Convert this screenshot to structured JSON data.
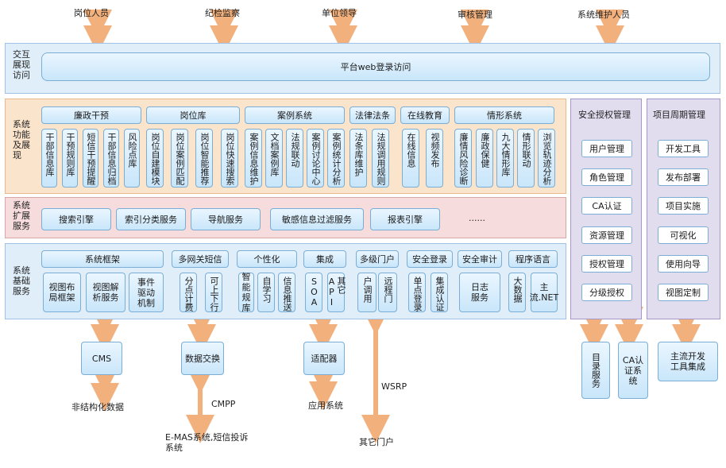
{
  "top_actors": [
    "岗位人员",
    "纪检监察",
    "单位领导",
    "审核管理",
    "系统维护人员"
  ],
  "layers": {
    "interaction": {
      "label": "交互\n展现\n访问",
      "bar": "平台web登录访问"
    },
    "function": {
      "label": "系统\n功能\n及展\n现",
      "groups": [
        {
          "title": "廉政干预",
          "items": [
            "干部信息库",
            "干预规则库",
            "短信干预提醒",
            "干部信息归档",
            "风险点库"
          ]
        },
        {
          "title": "岗位库",
          "items": [
            "岗位自建模块",
            "岗位案例匹配",
            "岗位智能推荐",
            "岗位快速搜索"
          ]
        },
        {
          "title": "案例系统",
          "items": [
            "案例信息维护",
            "文档案例库",
            "法规联动",
            "案例讨论中心",
            "案例统计分析"
          ]
        },
        {
          "title": "法律法条",
          "items": [
            "法条库维护",
            "法规调用规则"
          ]
        },
        {
          "title": "在线教育",
          "items": [
            "在线信息",
            "视频发布"
          ]
        },
        {
          "title": "情形系统",
          "items": [
            "廉情风险诊断",
            "廉政保健",
            "九大情形库",
            "情形联动",
            "浏览轨迹分析"
          ]
        }
      ]
    },
    "extension": {
      "label": "系统\n扩展\n服务",
      "items": [
        "搜索引擎",
        "索引分类服务",
        "导航服务",
        "敏感信息过滤服务",
        "报表引擎",
        "......"
      ]
    },
    "base": {
      "label": "系统\n基础\n服务",
      "groups": [
        {
          "title": "系统框架",
          "items": [
            "视图布局框架",
            "视图解析服务",
            "事件驱动机制"
          ]
        },
        {
          "title": "多网关短信",
          "items": [
            "分点计费",
            "可上下行"
          ]
        },
        {
          "title": "个性化",
          "items": [
            "智能规库",
            "自学习",
            "信息推送"
          ]
        },
        {
          "title": "集成",
          "items": [
            "SOA",
            "其它API"
          ]
        },
        {
          "title": "多级门户",
          "items": [
            "户调用",
            "远程门"
          ]
        },
        {
          "title": "安全登录",
          "items": [
            "单点登录",
            "集成认证"
          ]
        },
        {
          "title": "安全审计",
          "items": [
            "日志服务"
          ]
        },
        {
          "title": "程序语言",
          "items": [
            "大数据",
            "主流.NET"
          ]
        }
      ]
    }
  },
  "security": {
    "title": "安全授权管理",
    "items": [
      "用户管理",
      "角色管理",
      "CA认证",
      "资源管理",
      "授权管理",
      "分级授权"
    ]
  },
  "lifecycle": {
    "title": "项目周期管理",
    "items": [
      "开发工具",
      "发布部署",
      "项目实施",
      "可视化",
      "使用向导",
      "视图定制"
    ]
  },
  "bottom": {
    "cms": "CMS",
    "cms_label": "非结构化数据",
    "exchange": "数据交换",
    "cmpp": "CMPP",
    "emas": "E-MAS系统,短信投诉\n系统",
    "adapter": "适配器",
    "app": "应用系统",
    "wsrp": "WSRP",
    "portal": "其它门户",
    "dir": "目录服务",
    "ca": "CA认证系统",
    "tools": "主流开发\n工具集成"
  },
  "colors": {
    "arrow": "#f2b07c",
    "box_border": "#7aaed6",
    "blue_layer": "#dfeef9",
    "orange_layer": "#fbe4cc",
    "pink_layer": "#f6dcdc",
    "purple_layer": "#e2dcef"
  }
}
